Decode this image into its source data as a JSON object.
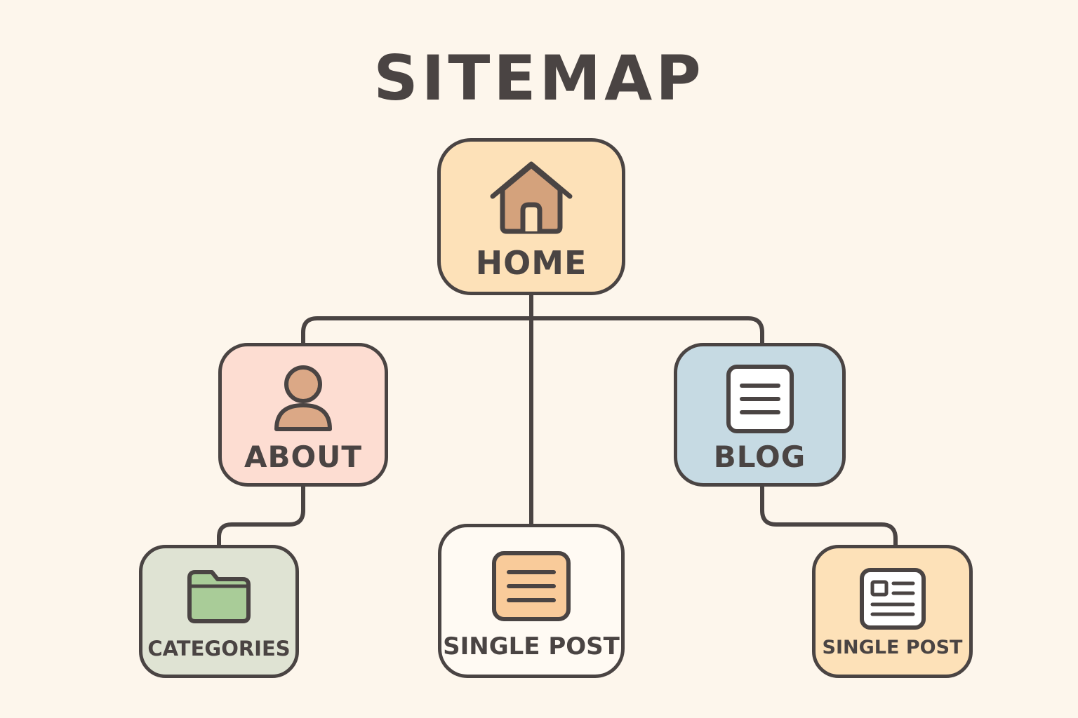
{
  "title": "SITEMAP",
  "colors": {
    "background": "#fdf6ec",
    "outline": "#4a4443",
    "home": "#fde1b8",
    "about": "#fdddd2",
    "blog": "#c6dae3",
    "categories": "#dfe3d3",
    "single_post_center": "#fffaf3",
    "single_post_right": "#fde1b8"
  },
  "nodes": {
    "home": {
      "label": "HOME",
      "icon": "house-icon"
    },
    "about": {
      "label": "ABOUT",
      "icon": "user-icon"
    },
    "blog": {
      "label": "BLOG",
      "icon": "document-lines-icon"
    },
    "categories": {
      "label": "CATEGORIES",
      "icon": "folder-icon"
    },
    "single_post_center": {
      "label": "SINGLE POST",
      "icon": "document-lines-icon"
    },
    "single_post_right": {
      "label": "SINGLE POST",
      "icon": "article-icon"
    }
  },
  "edges": [
    {
      "from": "HOME",
      "to": "ABOUT"
    },
    {
      "from": "HOME",
      "to": "BLOG"
    },
    {
      "from": "HOME",
      "to": "SINGLE POST"
    },
    {
      "from": "ABOUT",
      "to": "CATEGORIES"
    },
    {
      "from": "BLOG",
      "to": "SINGLE POST"
    }
  ]
}
